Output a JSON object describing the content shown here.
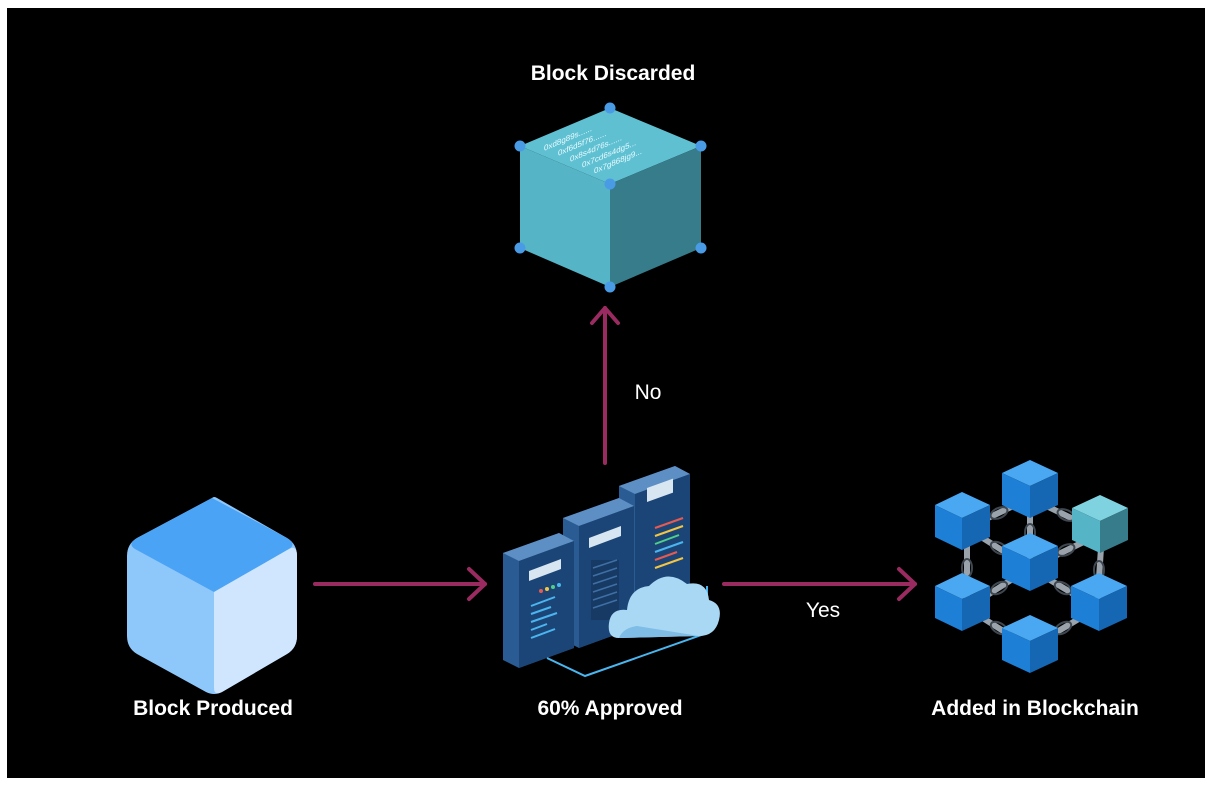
{
  "diagram": {
    "nodes": {
      "discarded": {
        "label": "Block Discarded",
        "hashes": [
          "0xd8g89s......",
          "0xf6d5f76......",
          "0x8s4d76s......",
          "0x7cd6s4dg5...",
          "0x7g868jg9..."
        ]
      },
      "produced": {
        "label": "Block Produced"
      },
      "approved": {
        "label": "60% Approved"
      },
      "added": {
        "label": "Added in Blockchain"
      }
    },
    "edges": {
      "no": {
        "label": "No"
      },
      "yes": {
        "label": "Yes"
      }
    },
    "colors": {
      "background": "#000000",
      "arrow": "#9a2b61",
      "block_light": "#8ec8fb",
      "block_top": "#4aa3f5",
      "block_right": "#cfe6fe",
      "cube_front": "#55b4c6",
      "cube_side": "#367c8a",
      "cube_top": "#5fc0d2",
      "node_dot": "#4a9be6",
      "chain_cube": "#1d7fd6",
      "server_body": "#2a5c93",
      "cloud": "#a9d8f5"
    }
  }
}
